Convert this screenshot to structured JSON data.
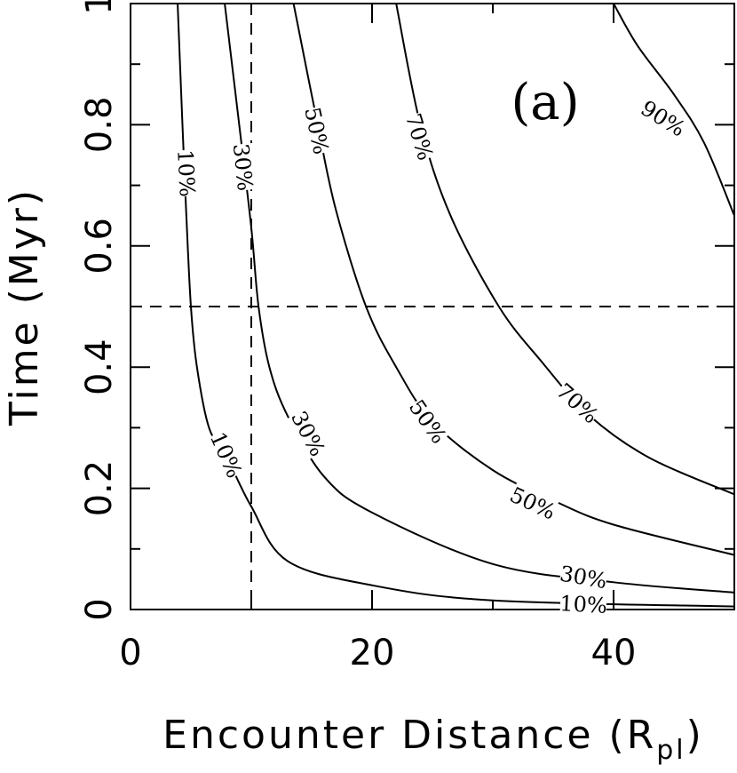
{
  "chart_data": {
    "type": "contour",
    "panel_label": "(a)",
    "xlabel": "Encounter Distance (R",
    "xlabel_sub": "pl",
    "xlabel_close": ")",
    "ylabel": "Time (Myr)",
    "xlim": [
      0,
      50
    ],
    "ylim": [
      0,
      1
    ],
    "x_ticks": [
      0,
      20,
      40
    ],
    "x_tick_labels": [
      "0",
      "20",
      "40"
    ],
    "y_ticks": [
      0,
      0.2,
      0.4,
      0.6,
      0.8,
      1
    ],
    "y_tick_labels": [
      "0",
      "0.2",
      "0.4",
      "0.6",
      "0.8",
      "1"
    ],
    "x_minor_ticks": [
      10,
      30,
      50
    ],
    "y_minor_ticks": [
      0.1,
      0.3,
      0.5,
      0.7,
      0.9
    ],
    "reference_lines": [
      {
        "orientation": "vertical",
        "x": 10,
        "style": "dashed"
      },
      {
        "orientation": "horizontal",
        "y": 0.5,
        "style": "dashed"
      }
    ],
    "contours": [
      {
        "level": "10%",
        "points": [
          [
            3.9,
            1.0
          ],
          [
            4.3,
            0.8
          ],
          [
            4.6,
            0.66
          ],
          [
            5.0,
            0.5
          ],
          [
            5.5,
            0.4
          ],
          [
            6.5,
            0.3
          ],
          [
            8.0,
            0.25
          ],
          [
            10,
            0.17
          ],
          [
            13,
            0.08
          ],
          [
            20,
            0.04
          ],
          [
            30,
            0.015
          ],
          [
            50,
            0.005
          ]
        ],
        "labels": [
          {
            "text": "10%",
            "x": 4.6,
            "y": 0.72,
            "angle": 87
          },
          {
            "text": "10%",
            "x": 7.9,
            "y": 0.255,
            "angle": 66
          },
          {
            "text": "10%",
            "x": 37.5,
            "y": 0.008,
            "angle": 3
          }
        ]
      },
      {
        "level": "30%",
        "points": [
          [
            7.8,
            1.0
          ],
          [
            9.0,
            0.8
          ],
          [
            10,
            0.63
          ],
          [
            10.6,
            0.5
          ],
          [
            11.5,
            0.4
          ],
          [
            13,
            0.32
          ],
          [
            16,
            0.22
          ],
          [
            20,
            0.16
          ],
          [
            30,
            0.075
          ],
          [
            40,
            0.045
          ],
          [
            50,
            0.028
          ]
        ],
        "labels": [
          {
            "text": "30%",
            "x": 9.3,
            "y": 0.73,
            "angle": 84
          },
          {
            "text": "30%",
            "x": 14.7,
            "y": 0.29,
            "angle": 62
          },
          {
            "text": "30%",
            "x": 37.5,
            "y": 0.053,
            "angle": 10
          }
        ]
      },
      {
        "level": "50%",
        "points": [
          [
            13.5,
            1.0
          ],
          [
            15.5,
            0.8
          ],
          [
            17.0,
            0.66
          ],
          [
            19.5,
            0.5
          ],
          [
            22,
            0.4
          ],
          [
            25,
            0.31
          ],
          [
            30,
            0.23
          ],
          [
            35,
            0.18
          ],
          [
            40,
            0.14
          ],
          [
            50,
            0.09
          ]
        ],
        "labels": [
          {
            "text": "50%",
            "x": 15.4,
            "y": 0.79,
            "angle": 78
          },
          {
            "text": "50%",
            "x": 24.6,
            "y": 0.31,
            "angle": 55
          },
          {
            "text": "50%",
            "x": 33.3,
            "y": 0.175,
            "angle": 25
          }
        ]
      },
      {
        "level": "70%",
        "points": [
          [
            22,
            1.0
          ],
          [
            24,
            0.8
          ],
          [
            26.5,
            0.65
          ],
          [
            30.5,
            0.5
          ],
          [
            34,
            0.41
          ],
          [
            38,
            0.32
          ],
          [
            43,
            0.25
          ],
          [
            50,
            0.19
          ]
        ],
        "labels": [
          {
            "text": "70%",
            "x": 23.9,
            "y": 0.78,
            "angle": 73
          },
          {
            "text": "70%",
            "x": 37.0,
            "y": 0.34,
            "angle": 42
          }
        ]
      },
      {
        "level": "90%",
        "points": [
          [
            40,
            1.0
          ],
          [
            42,
            0.93
          ],
          [
            45,
            0.85
          ],
          [
            47.5,
            0.77
          ],
          [
            50,
            0.65
          ]
        ],
        "labels": [
          {
            "text": "90%",
            "x": 44.1,
            "y": 0.81,
            "angle": 32
          }
        ]
      }
    ]
  }
}
